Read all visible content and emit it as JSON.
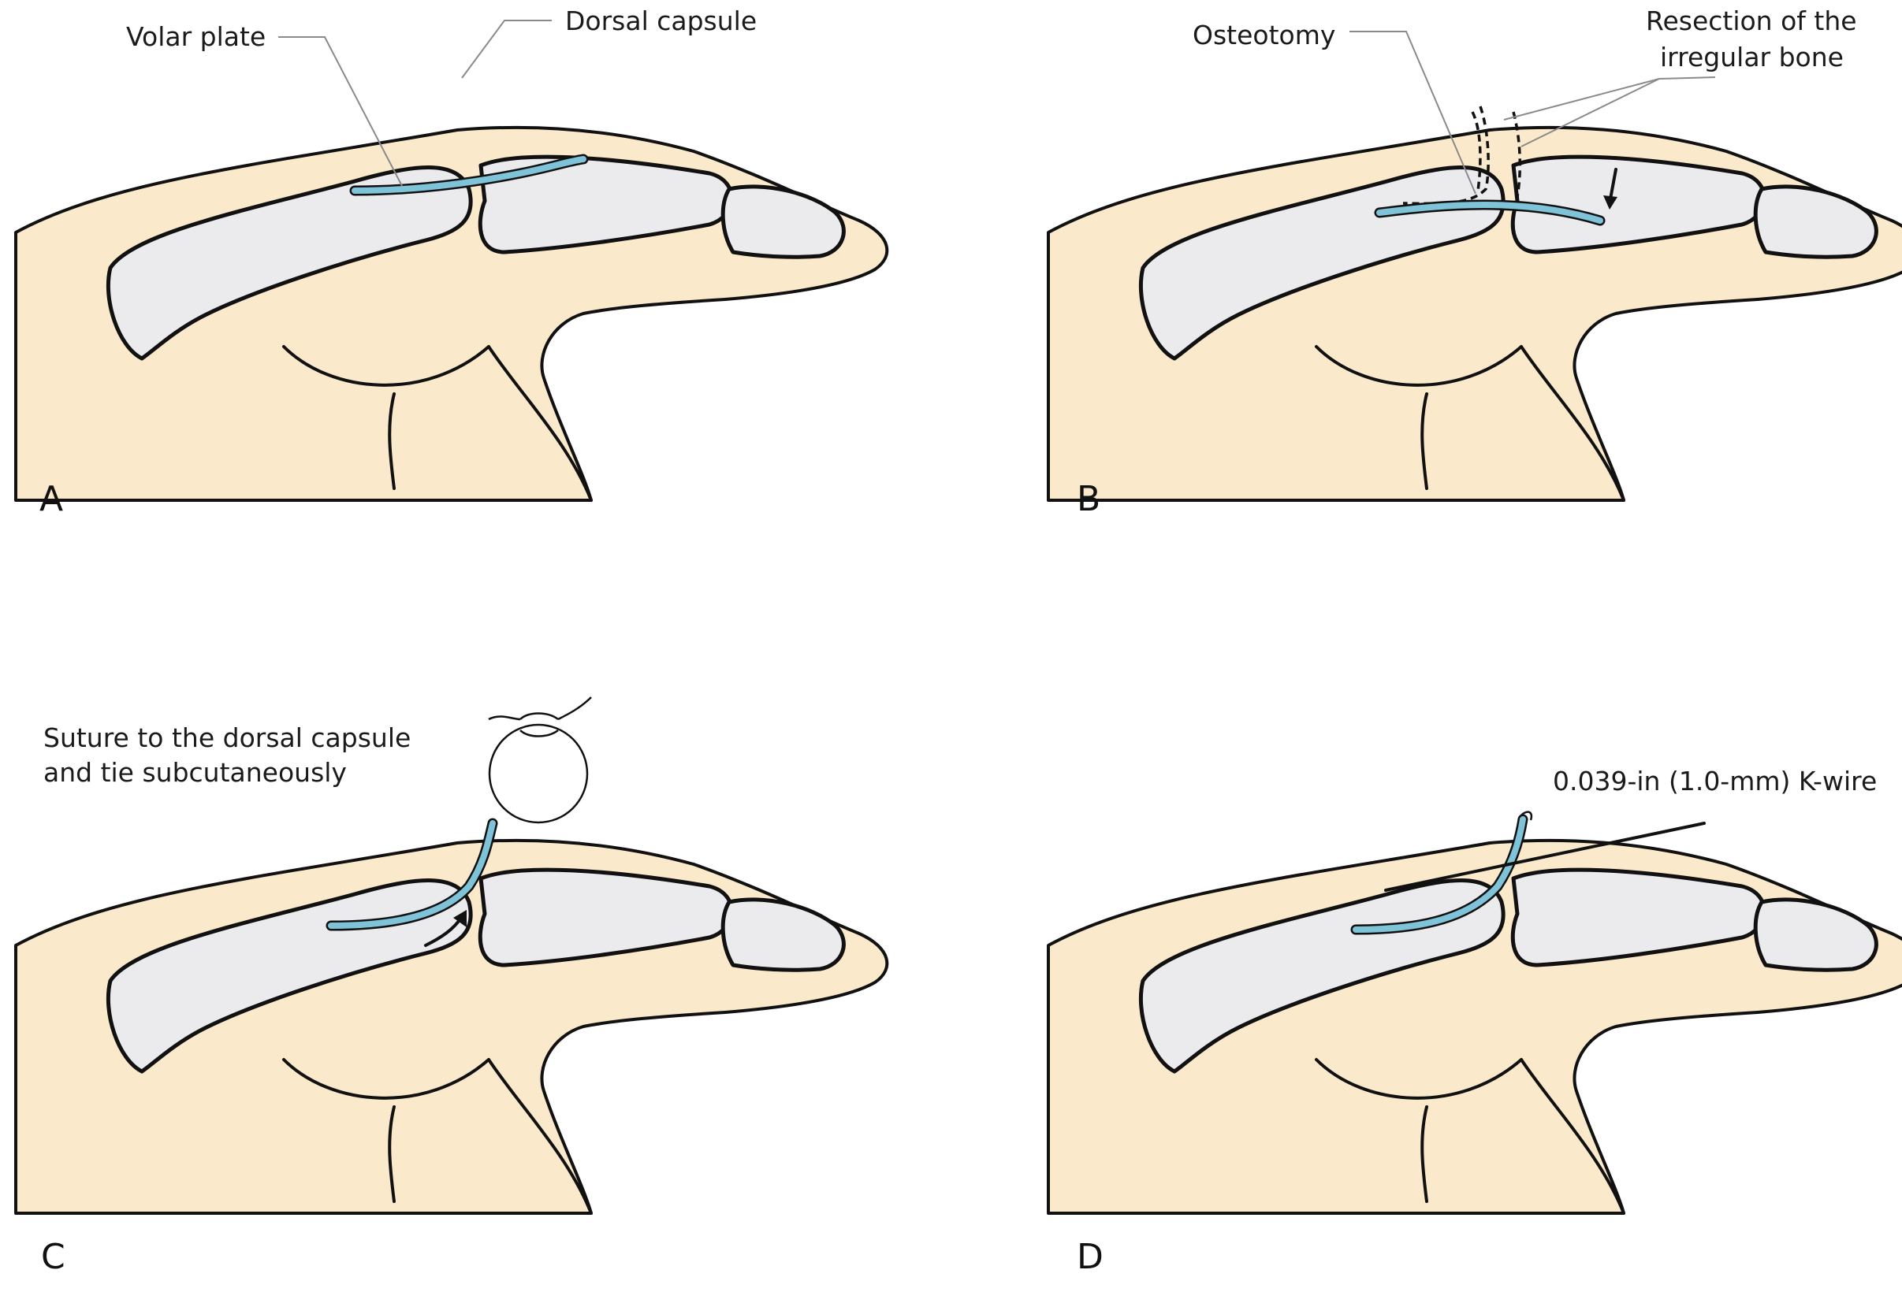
{
  "panels": [
    {
      "letter": "A",
      "labels": {
        "volar_plate": "Volar plate",
        "dorsal_capsule": "Dorsal capsule"
      }
    },
    {
      "letter": "B",
      "labels": {
        "osteotomy": "Osteotomy",
        "resection_line1": "Resection of the",
        "resection_line2": "irregular bone"
      }
    },
    {
      "letter": "C",
      "labels": {
        "suture_line1": "Suture to the dorsal capsule",
        "suture_line2": "and tie subcutaneously"
      }
    },
    {
      "letter": "D",
      "labels": {
        "kwire": "0.039-in (1.0-mm) K-wire"
      }
    }
  ],
  "colors": {
    "skin": "#fbe9cc",
    "bone": "#ebebee",
    "volar_plate": "#7fc3d8",
    "leader_line": "#8a8a8a",
    "outline": "#111111"
  }
}
